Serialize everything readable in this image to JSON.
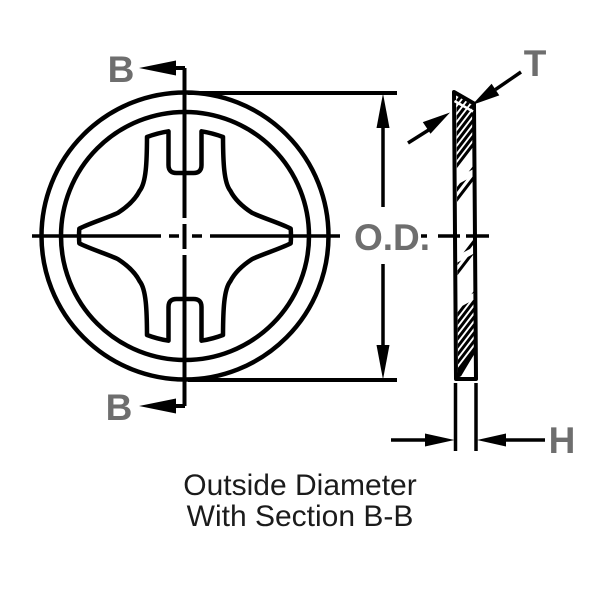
{
  "caption": {
    "line1": "Outside Diameter",
    "line2": "With Section B-B"
  },
  "labels": {
    "section_arrow_top": "B",
    "section_arrow_bottom": "B",
    "outside_diameter": "O.D.",
    "thickness": "T",
    "height": "H"
  },
  "colors": {
    "line": "#000000",
    "label_gray": "#6e6e6e",
    "background": "#ffffff"
  }
}
